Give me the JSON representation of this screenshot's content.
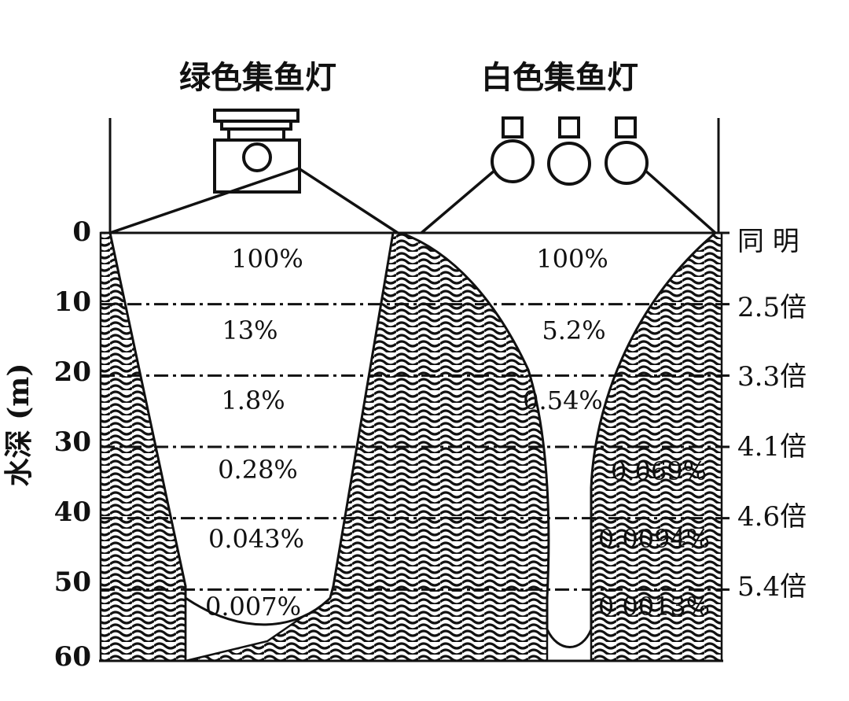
{
  "titles": {
    "green": "绿色集鱼灯",
    "white": "白色集鱼灯"
  },
  "y_axis": {
    "label": "水深 (m)",
    "ticks": [
      "0",
      "10",
      "20",
      "30",
      "40",
      "50",
      "60"
    ],
    "range": [
      0,
      60
    ]
  },
  "green_percentages": [
    "100%",
    "13%",
    "1.8%",
    "0.28%",
    "0.043%",
    "0.007%"
  ],
  "white_percentages": [
    "100%",
    "5.2%",
    "0.54%",
    "0.069%",
    "0.0094%",
    "0.0013%"
  ],
  "ratios": [
    "同 明",
    "2.5倍",
    "3.3倍",
    "4.1倍",
    "4.6倍",
    "5.4倍"
  ],
  "depth_levels": [
    0,
    10,
    20,
    30,
    40,
    50
  ]
}
